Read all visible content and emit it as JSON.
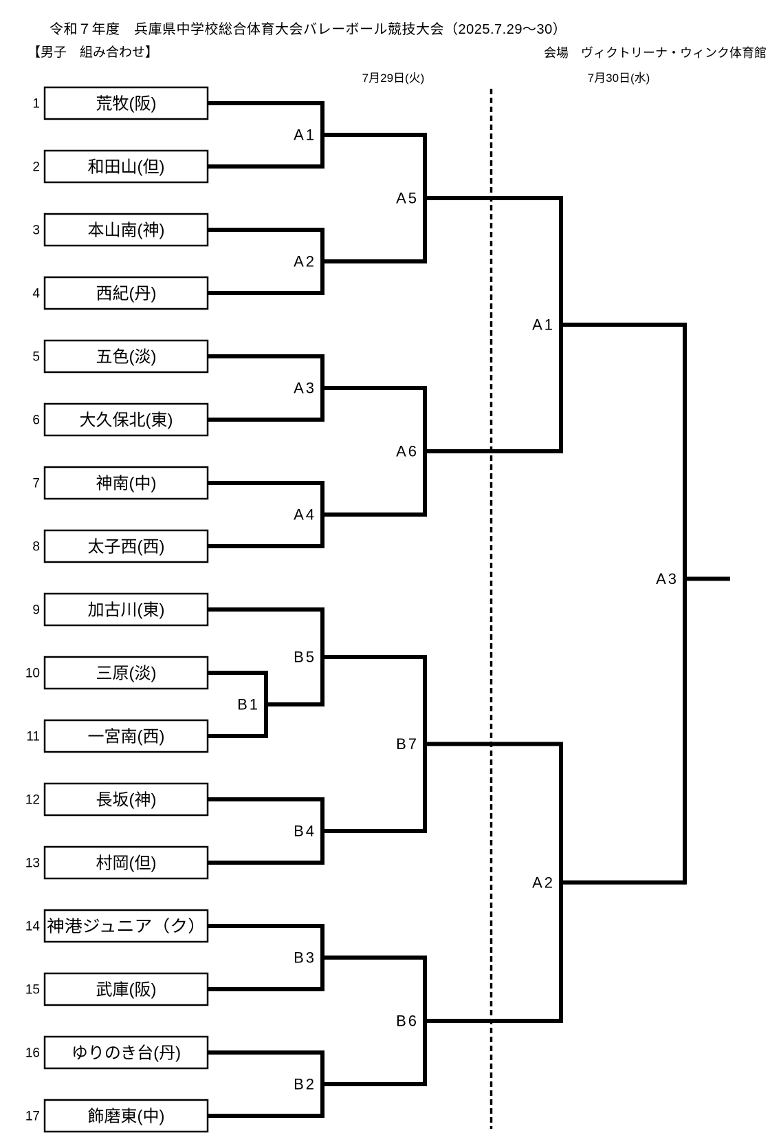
{
  "header": {
    "title": "令和７年度　兵庫県中学校総合体育大会バレーボール競技大会（2025.7.29～30）",
    "subtitle": "【男子　組み合わせ】",
    "venue": "会場　ヴィクトリーナ・ウィンク体育館"
  },
  "schedule": {
    "day1": "7月29日(火)",
    "day2": "7月30日(水)"
  },
  "teams": [
    {
      "seed": 1,
      "name": "荒牧(阪)"
    },
    {
      "seed": 2,
      "name": "和田山(但)"
    },
    {
      "seed": 3,
      "name": "本山南(神)"
    },
    {
      "seed": 4,
      "name": "西紀(丹)"
    },
    {
      "seed": 5,
      "name": "五色(淡)"
    },
    {
      "seed": 6,
      "name": "大久保北(東)"
    },
    {
      "seed": 7,
      "name": "神南(中)"
    },
    {
      "seed": 8,
      "name": "太子西(西)"
    },
    {
      "seed": 9,
      "name": "加古川(東)"
    },
    {
      "seed": 10,
      "name": "三原(淡)"
    },
    {
      "seed": 11,
      "name": "一宮南(西)"
    },
    {
      "seed": 12,
      "name": "長坂(神)"
    },
    {
      "seed": 13,
      "name": "村岡(但)"
    },
    {
      "seed": 14,
      "name": "神港ジュニア（ク）"
    },
    {
      "seed": 15,
      "name": "武庫(阪)"
    },
    {
      "seed": 16,
      "name": "ゆりのき台(丹)"
    },
    {
      "seed": 17,
      "name": "飾磨東(中)"
    }
  ],
  "bracket": {
    "matches": [
      {
        "id": "B1",
        "label": "B1",
        "day": "7月29日(火)",
        "round": 0,
        "top": "S10",
        "bottom": "S11"
      },
      {
        "id": "A1",
        "label": "A1",
        "day": "7月29日(火)",
        "round": 1,
        "top": "S1",
        "bottom": "S2"
      },
      {
        "id": "A2",
        "label": "A2",
        "day": "7月29日(火)",
        "round": 1,
        "top": "S3",
        "bottom": "S4"
      },
      {
        "id": "A3",
        "label": "A3",
        "day": "7月29日(火)",
        "round": 1,
        "top": "S5",
        "bottom": "S6"
      },
      {
        "id": "A4",
        "label": "A4",
        "day": "7月29日(火)",
        "round": 1,
        "top": "S7",
        "bottom": "S8"
      },
      {
        "id": "B5",
        "label": "B5",
        "day": "7月29日(火)",
        "round": 1,
        "top": "S9",
        "bottom": "B1"
      },
      {
        "id": "B4",
        "label": "B4",
        "day": "7月29日(火)",
        "round": 1,
        "top": "S12",
        "bottom": "S13"
      },
      {
        "id": "B3",
        "label": "B3",
        "day": "7月29日(火)",
        "round": 1,
        "top": "S14",
        "bottom": "S15"
      },
      {
        "id": "B2",
        "label": "B2",
        "day": "7月29日(火)",
        "round": 1,
        "top": "S16",
        "bottom": "S17"
      },
      {
        "id": "A5",
        "label": "A5",
        "day": "7月29日(火)",
        "round": 2,
        "top": "A1",
        "bottom": "A2"
      },
      {
        "id": "A6",
        "label": "A6",
        "day": "7月29日(火)",
        "round": 2,
        "top": "A3",
        "bottom": "A4"
      },
      {
        "id": "B7",
        "label": "B7",
        "day": "7月29日(火)",
        "round": 2,
        "top": "B5",
        "bottom": "B4"
      },
      {
        "id": "B6",
        "label": "B6",
        "day": "7月29日(火)",
        "round": 2,
        "top": "B3",
        "bottom": "B2"
      },
      {
        "id": "A1F",
        "label": "A1",
        "day": "7月30日(水)",
        "round": 3,
        "top": "A5",
        "bottom": "A6"
      },
      {
        "id": "A2F",
        "label": "A2",
        "day": "7月30日(水)",
        "round": 3,
        "top": "B7",
        "bottom": "B6"
      },
      {
        "id": "A3F",
        "label": "A3",
        "day": "7月30日(水)",
        "round": 4,
        "top": "A1F",
        "bottom": "A2F"
      }
    ]
  },
  "colors": {
    "line": "#000000",
    "background": "#ffffff",
    "text": "#000000"
  }
}
